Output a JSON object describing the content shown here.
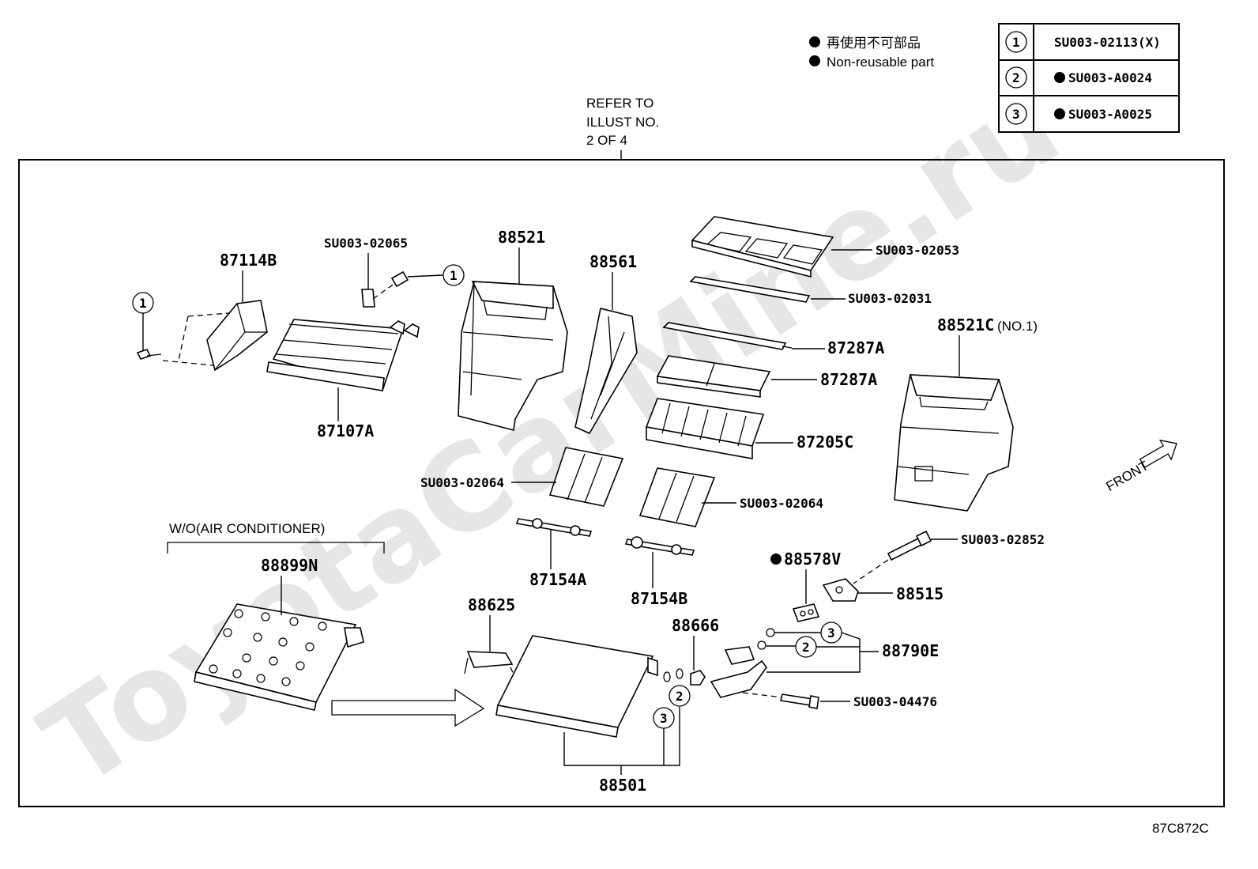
{
  "watermark": "ToyotaCarMine.ru",
  "legend_notes": {
    "jp": "再使用不可部品",
    "en": "Non-reusable part"
  },
  "reference_table": [
    {
      "index": "1",
      "part": "SU003-02113(X)",
      "non_reusable": false
    },
    {
      "index": "2",
      "part": "SU003-A0024",
      "non_reusable": true
    },
    {
      "index": "3",
      "part": "SU003-A0025",
      "non_reusable": true
    }
  ],
  "refer_note": [
    "REFER TO",
    "ILLUST NO.",
    "2 OF 4"
  ],
  "front_label": "FRONT",
  "section_label": "W/O(AIR CONDITIONER)",
  "figure_code": "87C872C",
  "callouts": {
    "p87114B": "87114B",
    "p87107A": "87107A",
    "su02065": "SU003-02065",
    "p88521": "88521",
    "p88561": "88561",
    "su02053": "SU003-02053",
    "su02031": "SU003-02031",
    "p87287A_1": "87287A",
    "p87287A_2": "87287A",
    "p88521C": "88521C",
    "p88521C_note": "(NO.1)",
    "p87205C": "87205C",
    "su02064_a": "SU003-02064",
    "su02064_b": "SU003-02064",
    "p87154A": "87154A",
    "p87154B": "87154B",
    "su02852": "SU003-02852",
    "p88578V": "88578V",
    "p88515": "88515",
    "p88899N": "88899N",
    "p88625": "88625",
    "p88666": "88666",
    "p88790E": "88790E",
    "su04476": "SU003-04476",
    "p88501": "88501"
  },
  "circle_refs": {
    "one": "1",
    "two": "2",
    "three": "3"
  }
}
